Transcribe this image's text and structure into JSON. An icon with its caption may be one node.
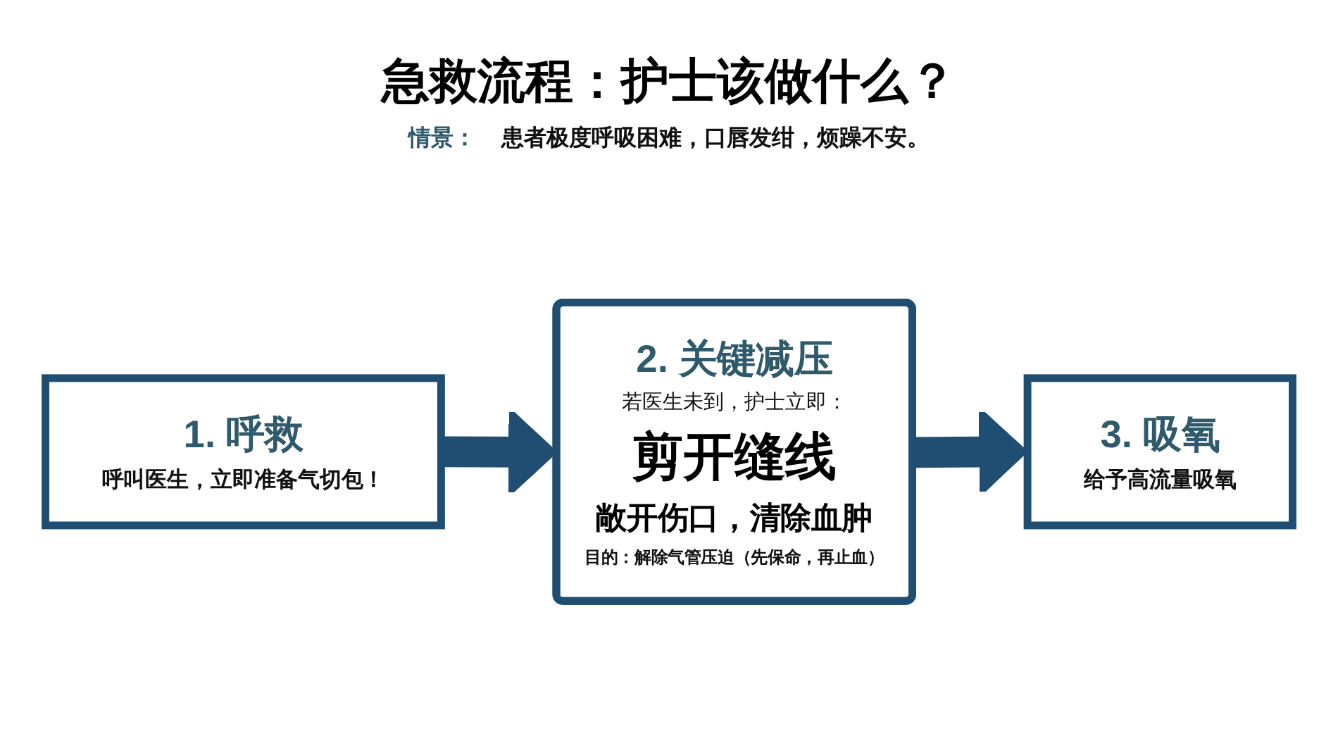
{
  "diagram": {
    "title": "急救流程：护士该做什么？",
    "nodes": [
      {
        "text": [
          "1. 呼救",
          "呼叫医生，立即准备气切包！"
        ]
      },
      {
        "text": [
          "2. 关键减压",
          "若医生未到，护士立即：",
          "剪开缝线",
          "敞开伤口，清除血肿",
          "目的：解除气管压迫（先保命，再止血）"
        ]
      },
      {
        "text": [
          "3. 吸氧",
          "给予高流量吸氧"
        ]
      }
    ],
    "edges": [
      {
        "from": 0,
        "to": 1,
        "arrow": "to"
      },
      {
        "from": 1,
        "to": 2,
        "arrow": "to"
      }
    ],
    "labels": [
      "情景：",
      "患者极度呼吸困难，口唇发绀，烦躁不安。"
    ]
  }
}
